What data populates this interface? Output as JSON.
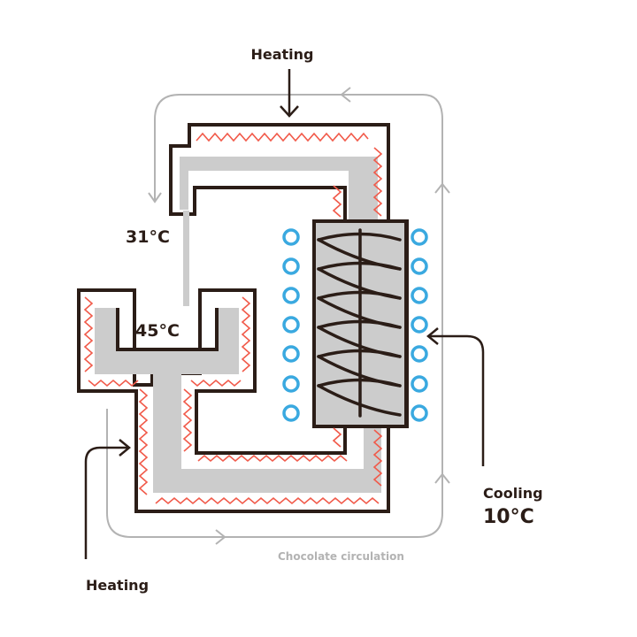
{
  "labels": {
    "heating_top": "Heating",
    "heating_bottom": "Heating",
    "temp_outlet": "31°C",
    "temp_tank": "45°C",
    "cooling": "Cooling",
    "cooling_temp": "10°C",
    "circulation": "Chocolate circulation"
  },
  "colors": {
    "outline": "#2b1d17",
    "chocolate": "#cccccc",
    "heating_wave": "#f15a4a",
    "cooling_ring": "#3aa9e0",
    "circulation_path": "#b3b3b3"
  },
  "icons": {
    "heating_element": "red zigzag line",
    "cooling_element": "blue ring",
    "coil": "dark helix coil",
    "arrow": "open arrowhead"
  }
}
